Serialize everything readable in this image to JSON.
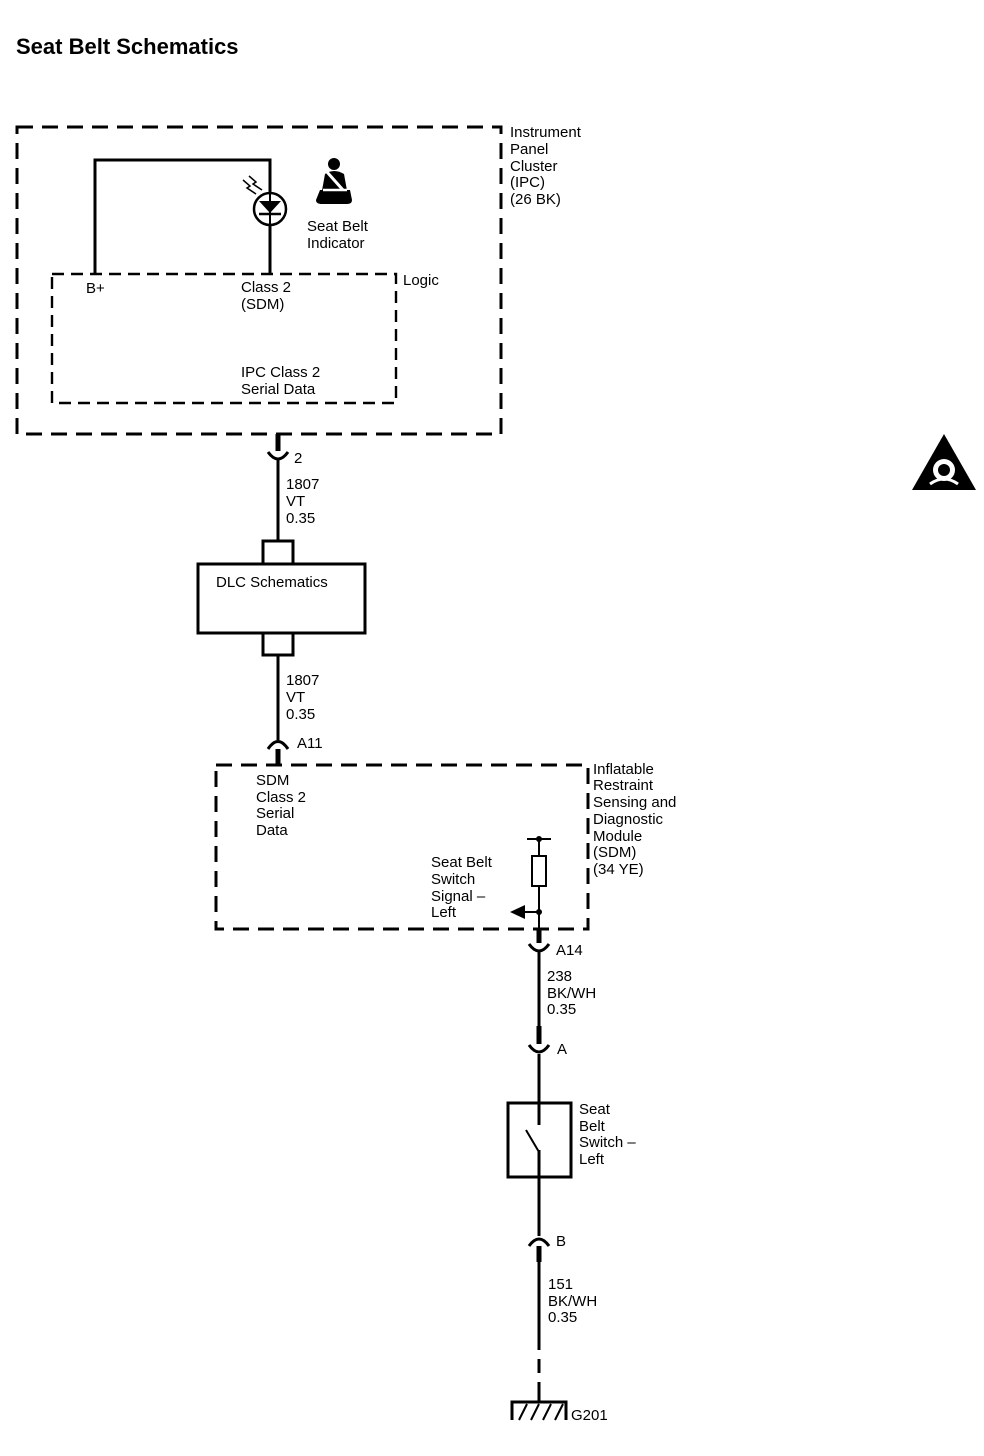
{
  "title": "Seat Belt Schematics",
  "ipc": {
    "name_lines": [
      "Instrument",
      "Panel",
      "Cluster",
      "(IPC)",
      "(26 BK)"
    ],
    "logic_label": "Logic",
    "b_plus": "B+",
    "class2_lines": [
      "Class 2",
      "(SDM)"
    ],
    "serial_lines": [
      "IPC Class 2",
      "Serial Data"
    ],
    "indicator_lines": [
      "Seat Belt",
      "Indicator"
    ],
    "pin": "2"
  },
  "wire_top": {
    "lines": [
      "1807",
      "VT",
      "0.35"
    ]
  },
  "dlc": {
    "label": "DLC Schematics"
  },
  "wire_mid": {
    "lines": [
      "1807",
      "VT",
      "0.35"
    ]
  },
  "sdm": {
    "pin_in": "A11",
    "name_lines": [
      "Inflatable",
      "Restraint",
      "Sensing and",
      "Diagnostic",
      "Module",
      "(SDM)",
      "(34 YE)"
    ],
    "data_lines": [
      "SDM",
      "Class 2",
      "Serial",
      "Data"
    ],
    "signal_lines": [
      "Seat Belt",
      "Switch",
      "Signal –",
      "Left"
    ],
    "pin_out": "A14"
  },
  "wire_low": {
    "lines": [
      "238",
      "BK/WH",
      "0.35"
    ]
  },
  "switch": {
    "pin_a": "A",
    "name_lines": [
      "Seat",
      "Belt",
      "Switch –",
      "Left"
    ],
    "pin_b": "B"
  },
  "wire_ground": {
    "lines": [
      "151",
      "BK/WH",
      "0.35"
    ]
  },
  "ground": {
    "label": "G201"
  },
  "icons": [
    "seat-belt-icon",
    "airbag-warning-icon",
    "led-diode-icon",
    "ground-icon"
  ]
}
